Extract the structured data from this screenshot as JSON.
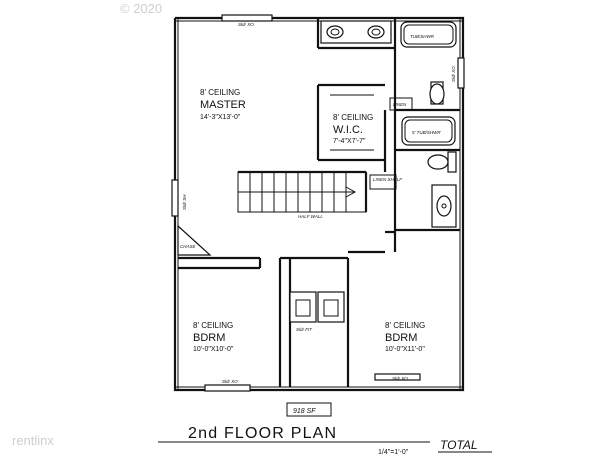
{
  "watermark": {
    "copyright": "© 2020",
    "brand": "rentlinx"
  },
  "rooms": {
    "master": {
      "ceiling": "8' CEILING",
      "name": "MASTER",
      "dims": "14'-3\"X13'-0\""
    },
    "wic": {
      "ceiling": "8' CEILING",
      "name": "W.I.C.",
      "dims": "7'-4\"X7'-7\""
    },
    "bedroom_left": {
      "ceiling": "8' CEILING",
      "name": "BDRM",
      "dims": "10'-0\"X10'-0\""
    },
    "bedroom_right": {
      "ceiling": "8' CEILING",
      "name": "BDRM",
      "dims": "10'-0\"X11'-0\""
    }
  },
  "small_labels": {
    "linen": "LINEN",
    "linen_shelf": "LINEN SHELF",
    "half_wall": "HALF WALL",
    "chase": "CHASE",
    "tub_shwr": "TUB/SHWR",
    "tub_shwr_2": "5' TUB/SHWR",
    "slider_top": "Sldr XO",
    "slider_left": "Sldr SH",
    "slider_right": "Sldr XO",
    "slider_fit": "Sldr FIT",
    "slider_bottom_left": "Sldr XO",
    "slider_bottom_right": "Sldr XO"
  },
  "area": "918 SF",
  "title": "2nd FLOOR PLAN",
  "scale": "1/4\"=1'-0\"",
  "total": "TOTAL"
}
